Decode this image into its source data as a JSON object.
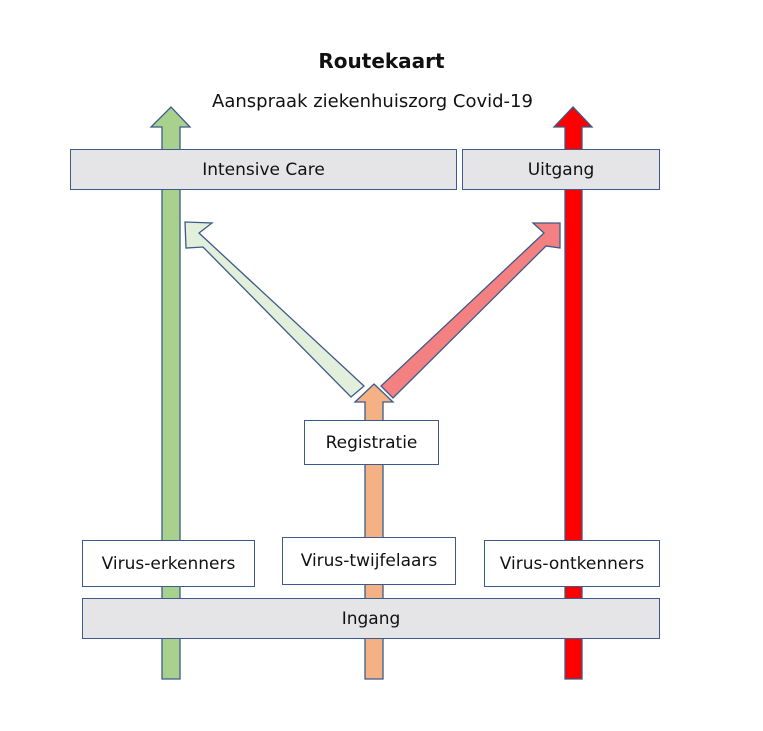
{
  "title": "Routekaart",
  "subtitle": "Aanspraak ziekenhuiszorg Covid-19",
  "colors": {
    "green_arrow": "#a9d18e",
    "orange_arrow": "#f4b183",
    "red_arrow": "#ff0000",
    "light_green_arrow": "#e2efda",
    "light_red_arrow": "#f48181",
    "outline": "#3c5a8a",
    "box_gray": "#e5e4e6"
  },
  "boxes": {
    "intensive_care": "Intensive Care",
    "uitgang": "Uitgang",
    "registratie": "Registratie",
    "virus_erkenners": "Virus-erkenners",
    "virus_twijfelaars": "Virus-twijfelaars",
    "virus_ontkenners": "Virus-ontkenners",
    "ingang": "Ingang"
  },
  "flows": [
    {
      "from": "Virus-erkenners",
      "to": "Intensive Care",
      "color": "green"
    },
    {
      "from": "Virus-twijfelaars",
      "to": "Registratie",
      "color": "orange"
    },
    {
      "from": "Registratie",
      "to": "Intensive Care",
      "color": "light-green"
    },
    {
      "from": "Registratie",
      "to": "Uitgang",
      "color": "light-red"
    },
    {
      "from": "Virus-ontkenners",
      "to": "Uitgang",
      "color": "red"
    }
  ]
}
